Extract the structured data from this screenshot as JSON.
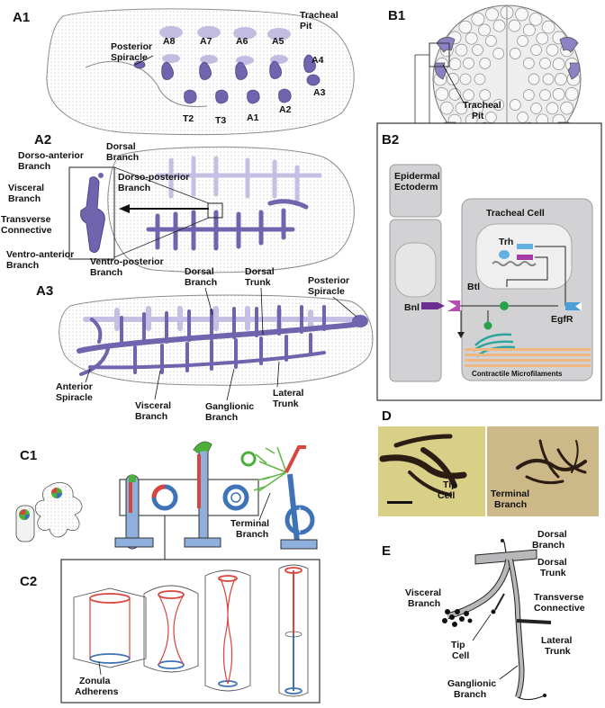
{
  "panels": {
    "a1": "A1",
    "a2": "A2",
    "a3": "A3",
    "b1": "B1",
    "b2": "B2",
    "c1": "C1",
    "c2": "C2",
    "d": "D",
    "e": "E"
  },
  "a1": {
    "segments_top": [
      "A8",
      "A7",
      "A6",
      "A5"
    ],
    "segments_bottom": [
      "T2",
      "T3",
      "A1",
      "A2"
    ],
    "a4": "A4",
    "a3": "A3",
    "tracheal_pit": [
      "Tracheal",
      "Pit"
    ],
    "posterior_spiracle": [
      "Posterior",
      "Spiracle"
    ]
  },
  "a2": {
    "dorsal_branch": [
      "Dorsal",
      "Branch"
    ],
    "dorso_anterior": [
      "Dorso-anterior",
      "Branch"
    ],
    "dorso_posterior": [
      "Dorso-posterior",
      "Branch"
    ],
    "visceral": [
      "Visceral",
      "Branch"
    ],
    "transverse": [
      "Transverse",
      "Connective"
    ],
    "ventro_anterior": [
      "Ventro-anterior",
      "Branch"
    ],
    "ventro_posterior": [
      "Ventro-posterior",
      "Branch"
    ]
  },
  "a3": {
    "dorsal_branch": [
      "Dorsal",
      "Branch"
    ],
    "dorsal_trunk": [
      "Dorsal",
      "Trunk"
    ],
    "posterior_spiracle": [
      "Posterior",
      "Spiracle"
    ],
    "anterior_spiracle": [
      "Anterior",
      "Spiracle"
    ],
    "visceral": [
      "Visceral",
      "Branch"
    ],
    "ganglionic": [
      "Ganglionic",
      "Branch"
    ],
    "lateral_trunk": [
      "Lateral",
      "Trunk"
    ]
  },
  "b1": {
    "tracheal_pit": [
      "Tracheal",
      "Pit"
    ]
  },
  "b2": {
    "epidermal": [
      "Epidermal",
      "Ectoderm"
    ],
    "tracheal_cell": "Tracheal Cell",
    "trh": "Trh",
    "btl": "Btl",
    "bnl": "Bnl",
    "egfr": "EgfR",
    "microfilaments": "Contractile Microfilaments"
  },
  "c1": {
    "terminal": [
      "Terminal",
      "Branch"
    ]
  },
  "c2": {
    "zonula": [
      "Zonula",
      "Adherens"
    ]
  },
  "d": {
    "tip_cell": [
      "Tip",
      "Cell"
    ],
    "terminal": [
      "Terminal",
      "Branch"
    ]
  },
  "e": {
    "dorsal_branch": [
      "Dorsal",
      "Branch"
    ],
    "dorsal_trunk": [
      "Dorsal",
      "Trunk"
    ],
    "visceral": [
      "Visceral",
      "Branch"
    ],
    "transverse": [
      "Transverse",
      "Connective"
    ],
    "tip_cell": [
      "Tip",
      "Cell"
    ],
    "lateral_trunk": [
      "Lateral",
      "Trunk"
    ],
    "ganglionic": [
      "Ganglionic",
      "Branch"
    ]
  },
  "colors": {
    "trachea": "#7a70b8",
    "trachea_light": "#b9b2dd",
    "cell_gray": "#d6d6d8",
    "red": "#d9453d",
    "blue": "#3f73b8",
    "green": "#4caf3a",
    "photo_bg": "#d9cf86"
  }
}
